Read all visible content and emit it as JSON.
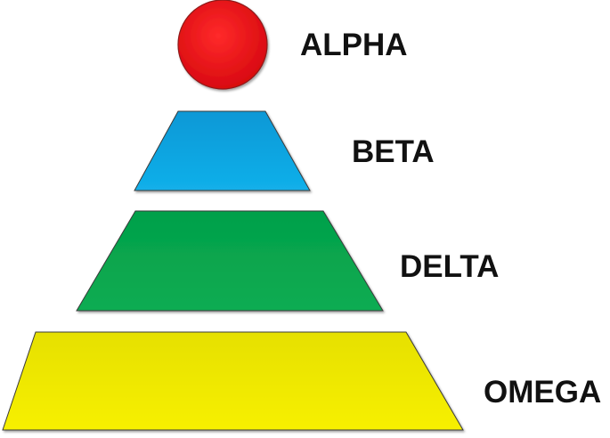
{
  "tiers": [
    {
      "label": "ALPHA",
      "shape": "circle",
      "color": "#e8101a"
    },
    {
      "label": "BETA",
      "shape": "trapezoid",
      "color": "#12a6e0"
    },
    {
      "label": "DELTA",
      "shape": "trapezoid",
      "color": "#0aa84f"
    },
    {
      "label": "OMEGA",
      "shape": "trapezoid",
      "color": "#f2ec00"
    }
  ]
}
